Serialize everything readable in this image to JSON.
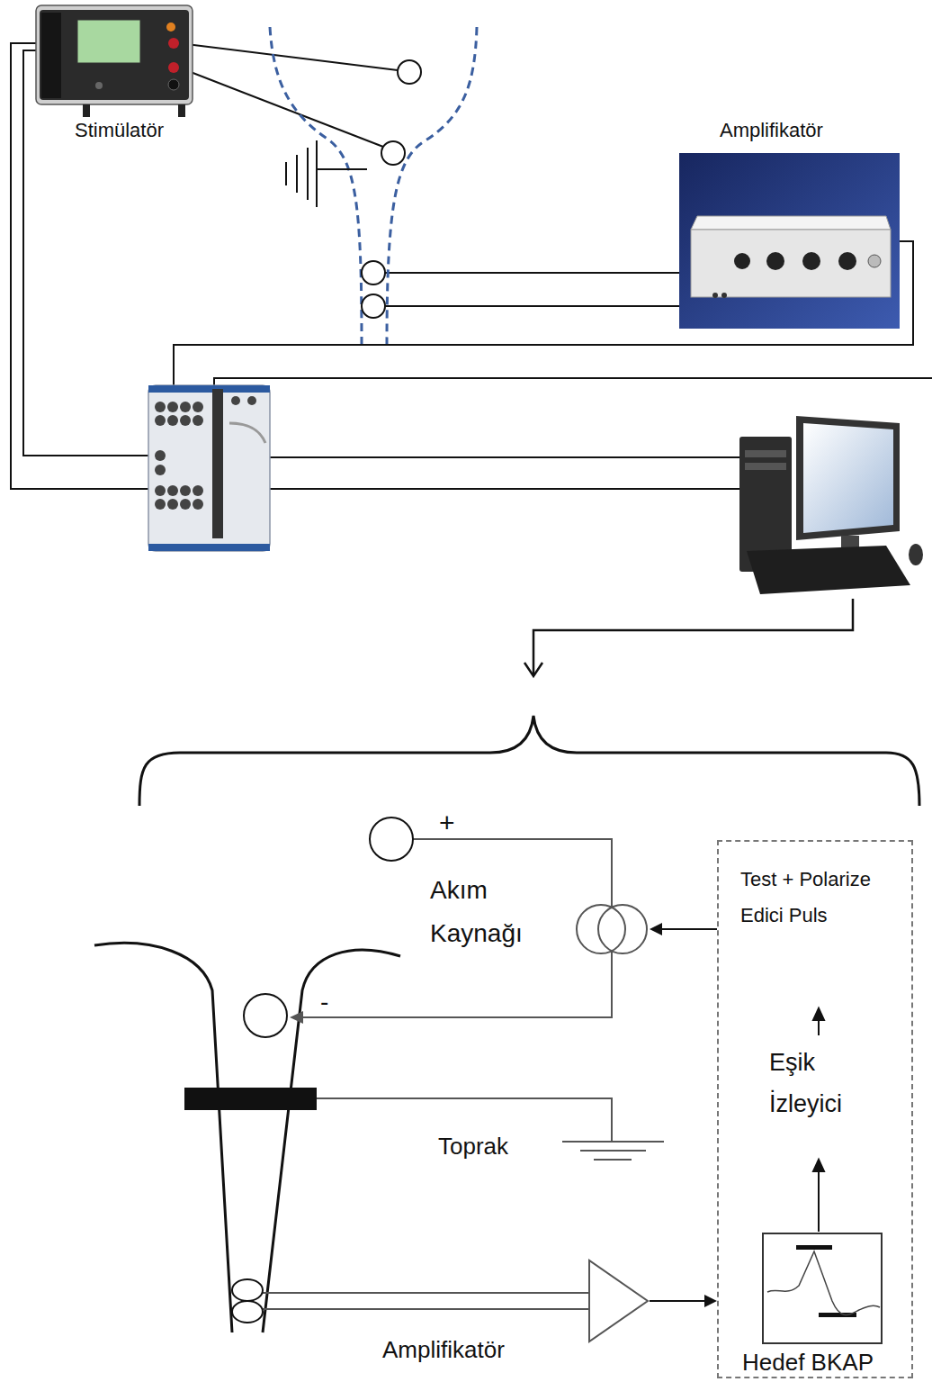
{
  "diagram": {
    "nodes": [
      {
        "text": [
          "Stimülatör"
        ]
      },
      {
        "text": [
          "Amplifikatör"
        ]
      },
      {
        "text": [
          "Akım Kaynağı"
        ]
      },
      {
        "text": [
          "Test + Polarize Edici Puls",
          "Eşik İzleyici"
        ]
      },
      {
        "text": [
          "Hedef BKAP"
        ],
        "in": 3
      },
      {
        "text": [
          "Amplifikatör"
        ]
      }
    ],
    "edges": [
      {
        "from": 5,
        "to": 3,
        "arrow": "to"
      },
      {
        "from": 3,
        "to": 2,
        "arrow": "to"
      }
    ],
    "labels": [
      "+",
      "-",
      "Toprak"
    ]
  }
}
